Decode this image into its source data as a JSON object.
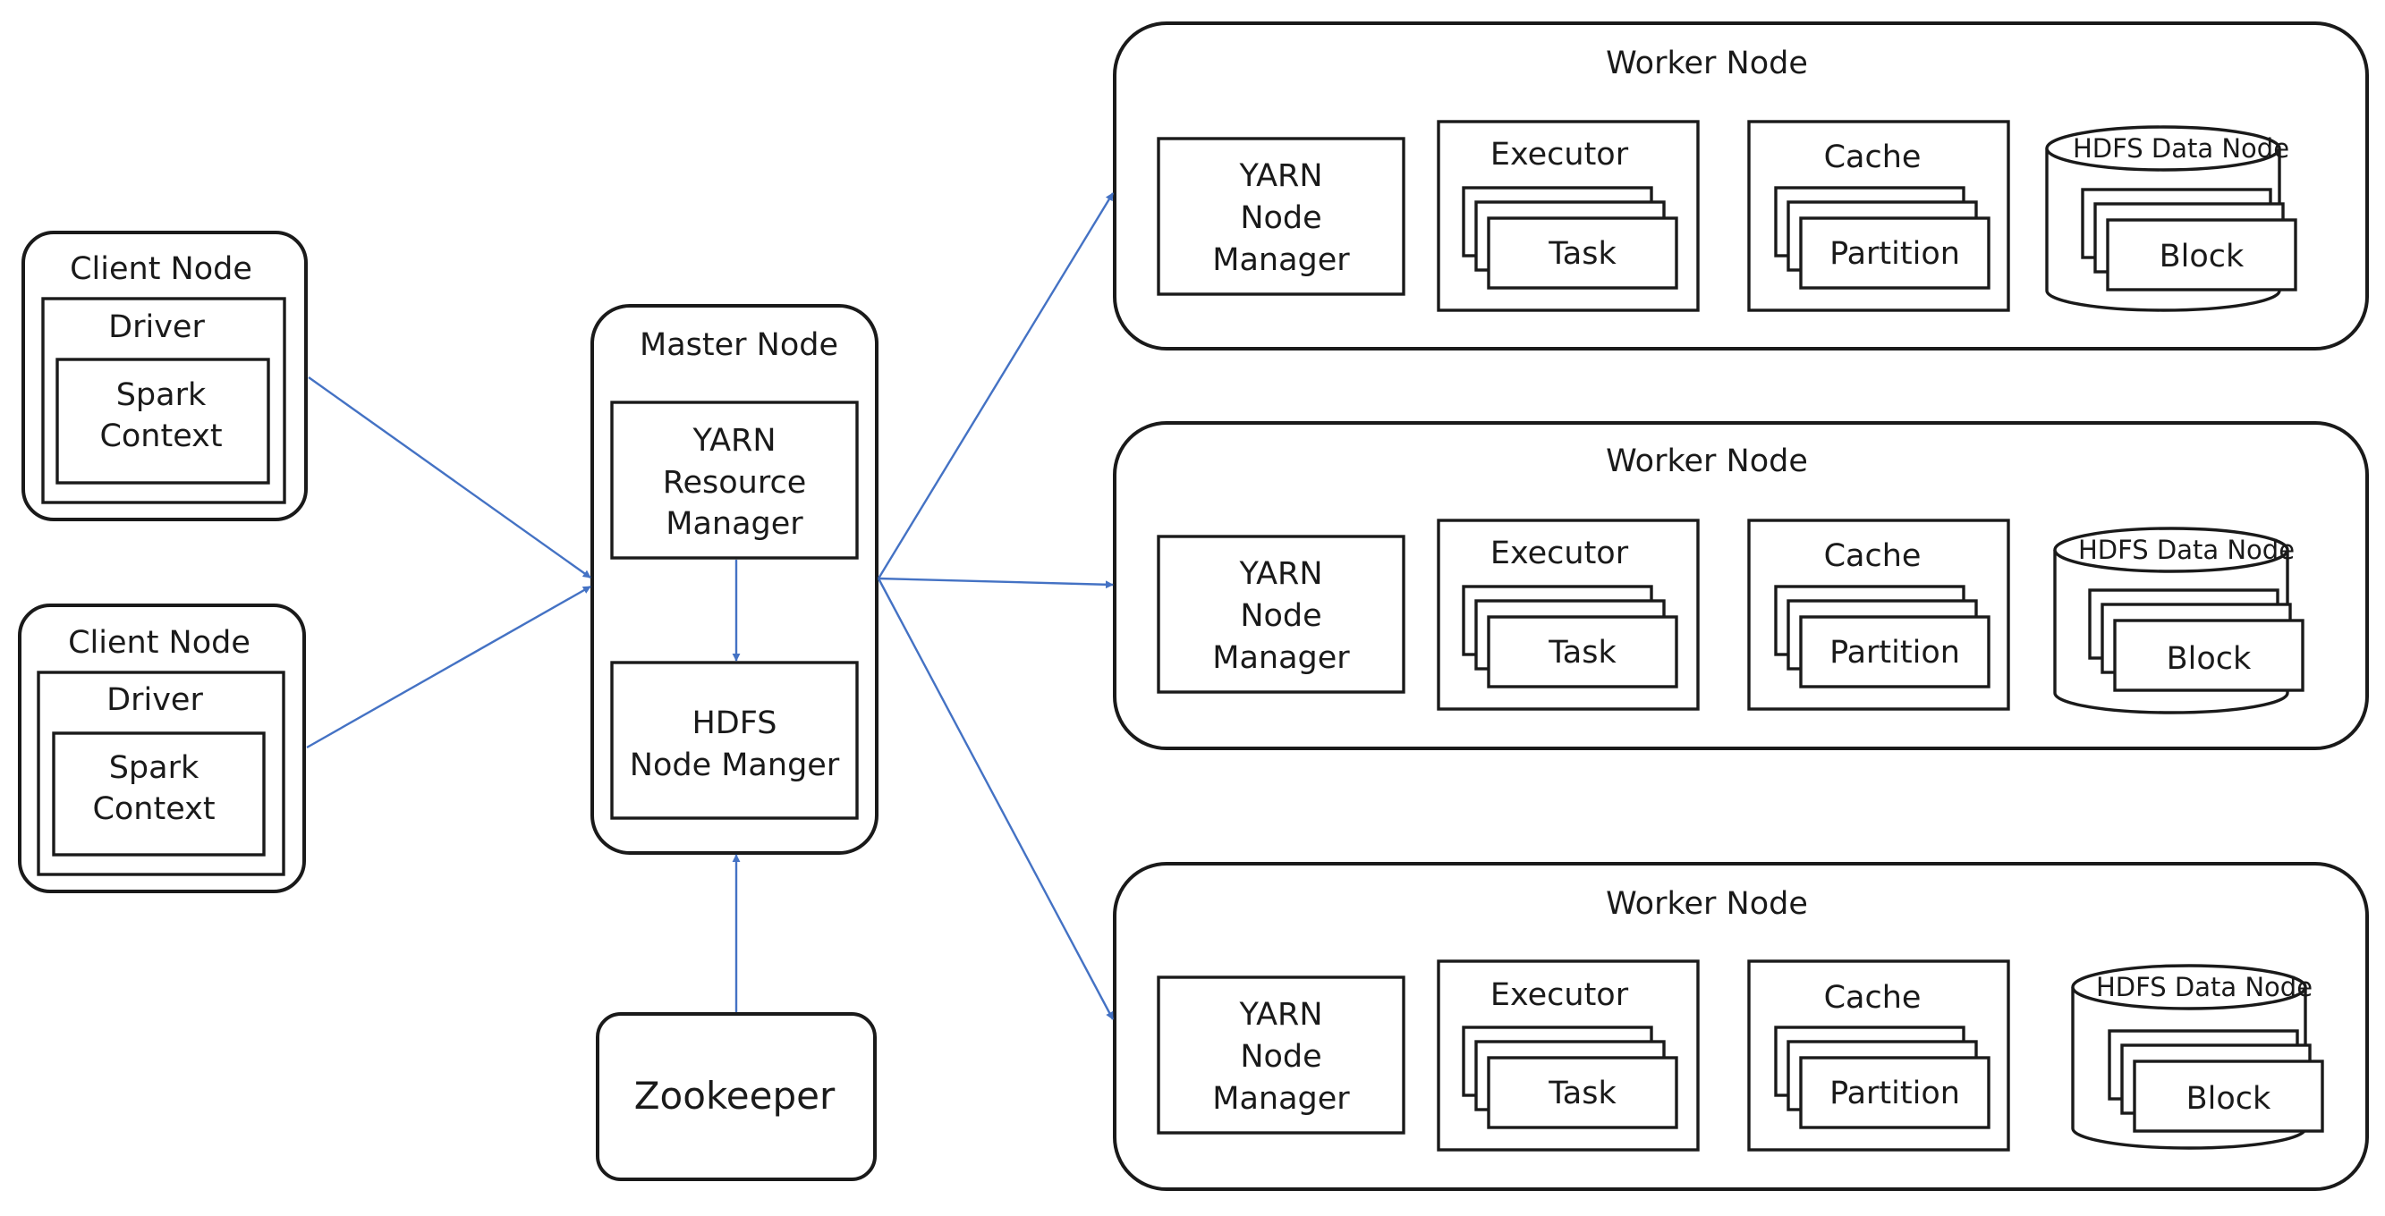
{
  "client_nodes": [
    {
      "title": "Client Node",
      "driver": "Driver",
      "context_line1": "Spark",
      "context_line2": "Context"
    },
    {
      "title": "Client Node",
      "driver": "Driver",
      "context_line1": "Spark",
      "context_line2": "Context"
    }
  ],
  "master": {
    "title": "Master Node",
    "resource_manager": [
      "YARN",
      "Resource",
      "Manager"
    ],
    "hdfs_manager": [
      "HDFS",
      "Node Manger"
    ]
  },
  "zookeeper": "Zookeeper",
  "worker_nodes": [
    {
      "title": "Worker Node",
      "node_manager": [
        "YARN",
        "Node",
        "Manager"
      ],
      "executor": "Executor",
      "task": "Task",
      "cache": "Cache",
      "partition": "Partition",
      "datanode": "HDFS Data Node",
      "block": "Block"
    },
    {
      "title": "Worker Node",
      "node_manager": [
        "YARN",
        "Node",
        "Manager"
      ],
      "executor": "Executor",
      "task": "Task",
      "cache": "Cache",
      "partition": "Partition",
      "datanode": "HDFS Data Node",
      "block": "Block"
    },
    {
      "title": "Worker Node",
      "node_manager": [
        "YARN",
        "Node",
        "Manager"
      ],
      "executor": "Executor",
      "task": "Task",
      "cache": "Cache",
      "partition": "Partition",
      "datanode": "HDFS Data Node",
      "block": "Block"
    }
  ],
  "colors": {
    "arrow": "#4472c4",
    "stroke": "#1a1a1a",
    "background": "#ffffff"
  }
}
